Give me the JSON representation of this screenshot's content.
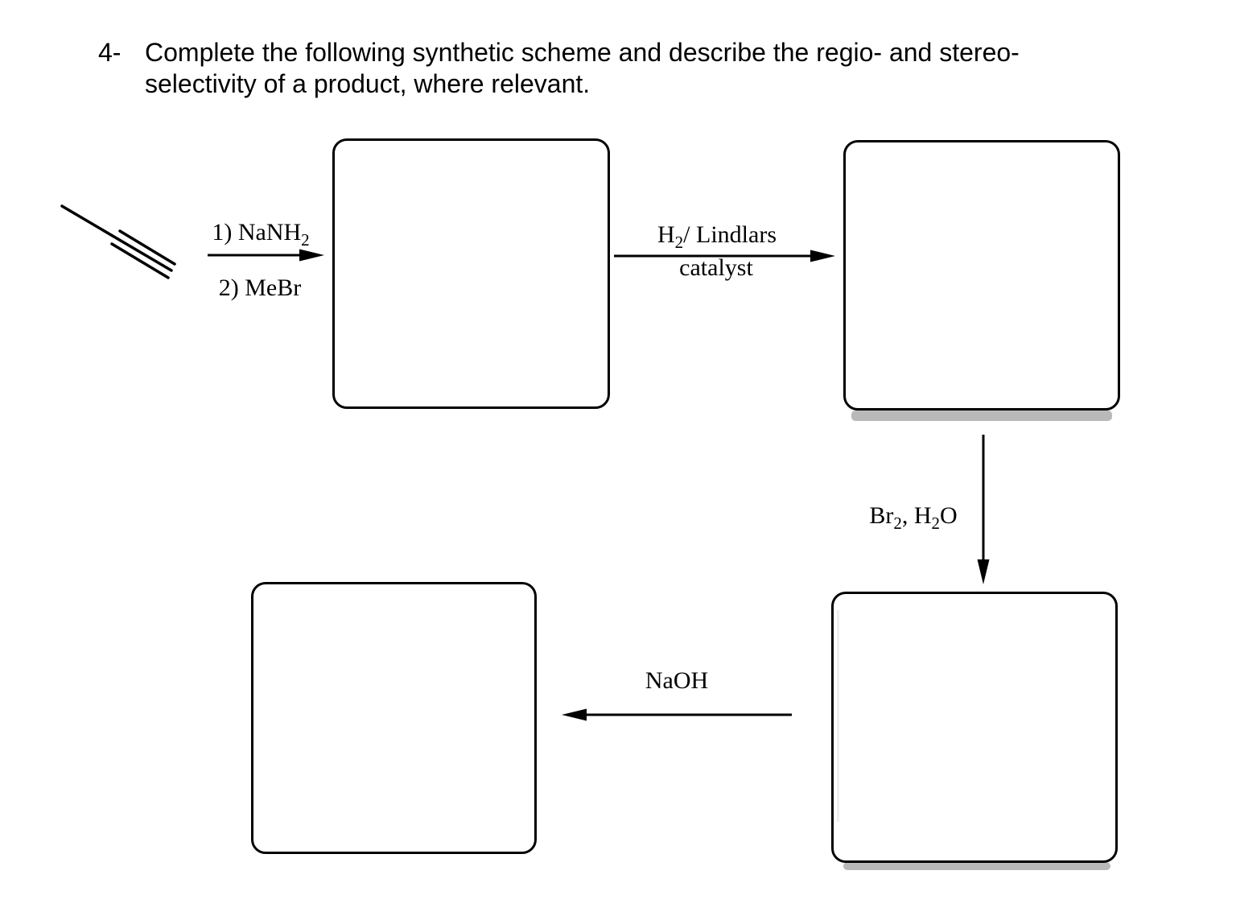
{
  "colors": {
    "ink": "#000000",
    "paper": "#ffffff",
    "box_shadow": "#b9b9b9",
    "faint_guide": "#ededed"
  },
  "title": {
    "number": "4-",
    "line1": "Complete the following synthetic scheme and describe the regio- and stereo-",
    "line2": "selectivity of a product, where relevant."
  },
  "start_material": {
    "icon": "propyne-skeletal-structure"
  },
  "steps": {
    "step1": {
      "top_base": "1) NaNH",
      "top_sub": "2",
      "bottom": "2) MeBr",
      "direction": "right"
    },
    "step2": {
      "seg1": "H",
      "sub1": "2",
      "seg2": "/ Lindlars",
      "line2": "catalyst",
      "direction": "right"
    },
    "step3": {
      "seg1": "Br",
      "sub1": "2",
      "seg2": ", H",
      "sub2": "2",
      "seg3": "O",
      "direction": "down"
    },
    "step4": {
      "label": "NaOH",
      "direction": "left"
    }
  },
  "answer_boxes": {
    "box1": "",
    "box2": "",
    "box3": "",
    "box4": ""
  }
}
